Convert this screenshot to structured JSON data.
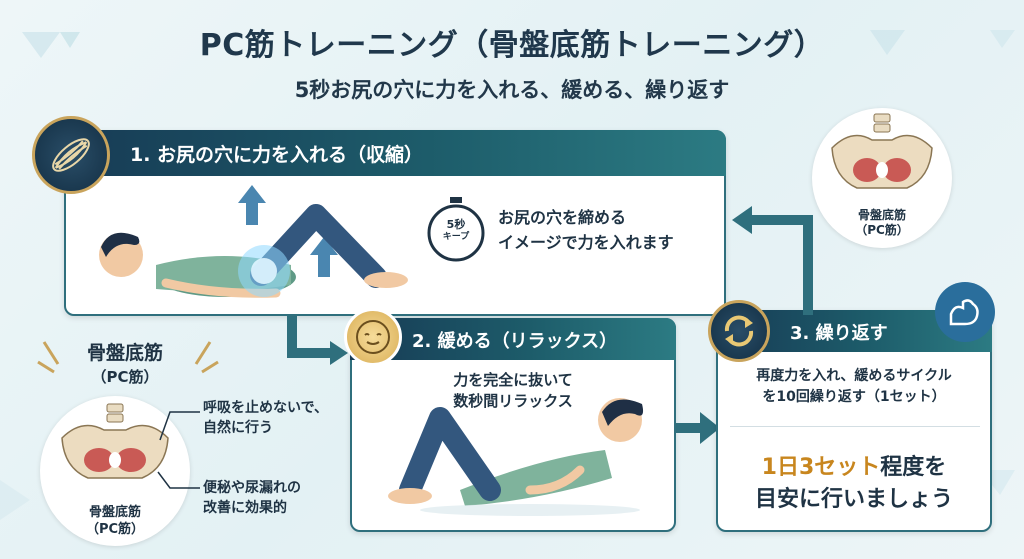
{
  "title": "PC筋トレーニング（骨盤底筋トレーニング）",
  "subtitle": "5秒お尻の穴に力を入れる、緩める、繰り返す",
  "step1": {
    "heading": "1. お尻の穴に力を入れる（収縮）",
    "timer_line1": "5秒",
    "timer_line2": "キープ",
    "text_line1": "お尻の穴を締める",
    "text_line2": "イメージで力を入れます"
  },
  "step2": {
    "heading": "2. 緩める（リラックス）",
    "text_line1": "力を完全に抜いて",
    "text_line2": "数秒間リラックス"
  },
  "step3": {
    "heading": "3. 繰り返す",
    "text_line1": "再度力を入れ、緩めるサイクル",
    "text_line2": "を10回繰り返す（1セット）",
    "goal_highlight": "1日3セット",
    "goal_rest": "程度を",
    "goal_line2": "目安に行いましょう"
  },
  "left_panel": {
    "heading_line1": "骨盤底筋",
    "heading_line2": "（PC筋）",
    "tip1_line1": "呼吸を止めないで、",
    "tip1_line2": "自然に行う",
    "tip2_line1": "便秘や尿漏れの",
    "tip2_line2": "改善に効果的",
    "caption_line1": "骨盤底筋",
    "caption_line2": "（PC筋）"
  },
  "right_badge": {
    "caption_line1": "骨盤底筋",
    "caption_line2": "（PC筋）"
  },
  "colors": {
    "navy": "#173b55",
    "teal": "#2c7b83",
    "gold": "#c9a45c",
    "highlight_orange": "#c8861e",
    "background": "#e6f2f5"
  }
}
